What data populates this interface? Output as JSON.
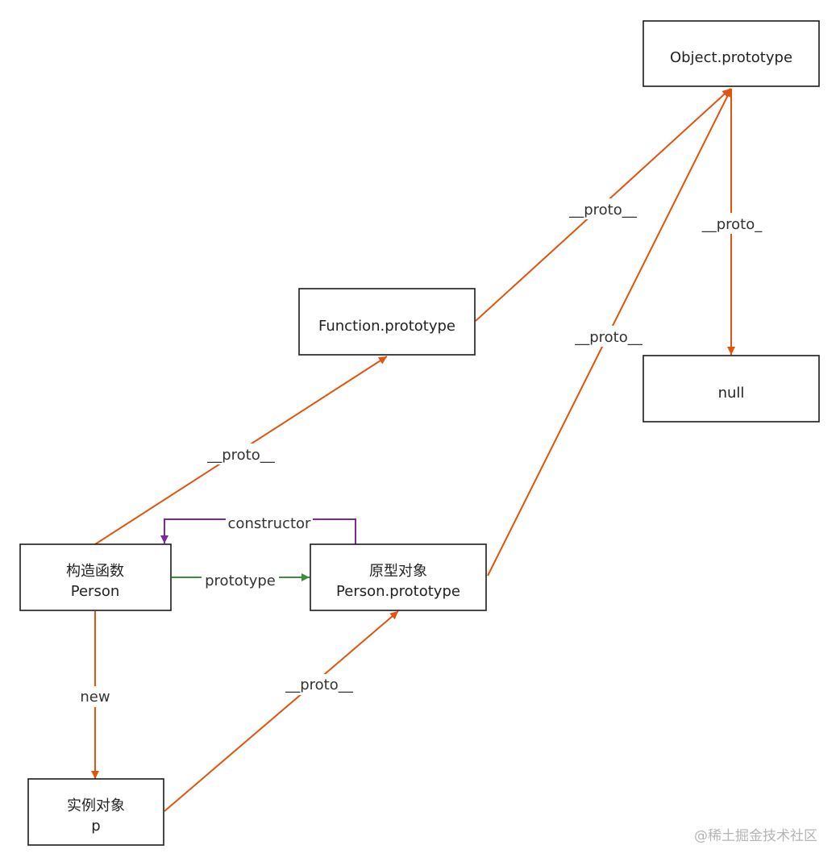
{
  "nodes": {
    "object_prototype": {
      "lines": [
        "Object.prototype"
      ]
    },
    "null_node": {
      "lines": [
        "null"
      ]
    },
    "function_prototype": {
      "lines": [
        "Function.prototype"
      ]
    },
    "constructor_person": {
      "lines": [
        "构造函数",
        "Person"
      ]
    },
    "prototype_object": {
      "lines": [
        "原型对象",
        "Person.prototype"
      ]
    },
    "instance_object": {
      "lines": [
        "实例对象",
        "p"
      ]
    }
  },
  "edges": {
    "function_to_object": {
      "label": "__proto__"
    },
    "object_to_null": {
      "label": "__proto_"
    },
    "prototype_to_object": {
      "label": "__proto__"
    },
    "person_to_function": {
      "label": "__proto__"
    },
    "prototype_constructor": {
      "label": "constructor"
    },
    "person_prototype": {
      "label": "prototype"
    },
    "person_new": {
      "label": "new"
    },
    "instance_to_prototype": {
      "label": "__proto__"
    }
  },
  "colors": {
    "proto_arrow": "#e0540f",
    "prototype_arrow": "#3f8f3a",
    "constructor_arrow": "#7a2a9c"
  },
  "watermark": "@稀土掘金技术社区"
}
